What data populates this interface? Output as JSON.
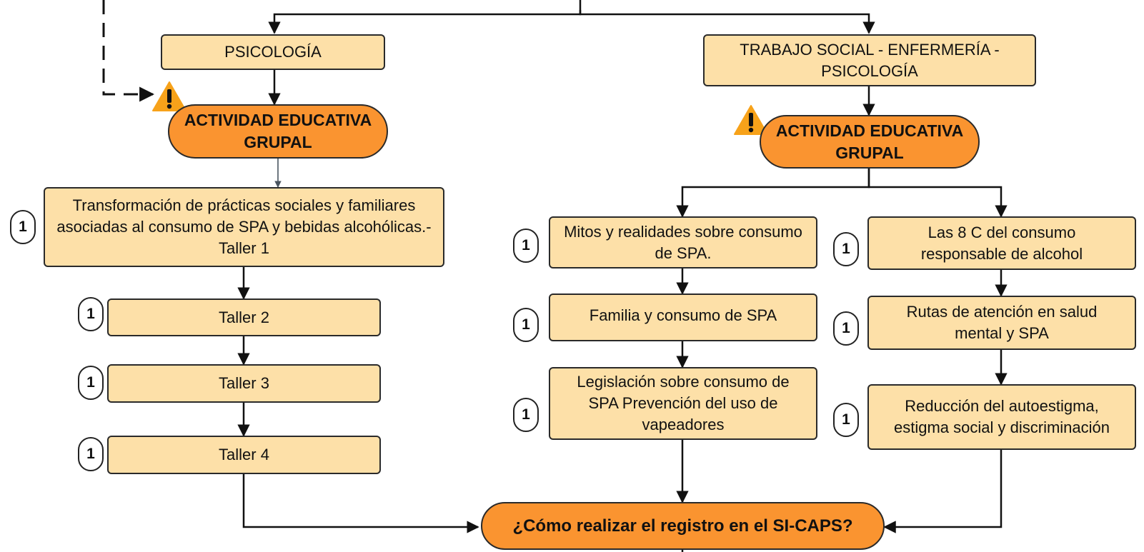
{
  "colors": {
    "box_fill": "#fde0a8",
    "pill_fill": "#fa9430",
    "warning": "#f7a21a",
    "line": "#111111"
  },
  "left": {
    "discipline": "PSICOLOGÍA",
    "activity": "ACTIVIDAD EDUCATIVA GRUPAL",
    "steps": [
      "Transformación de prácticas sociales y familiares asociadas al consumo de SPA y bebidas alcohólicas.-Taller 1",
      "Taller 2",
      "Taller 3",
      "Taller 4"
    ]
  },
  "right": {
    "discipline": "TRABAJO SOCIAL - ENFERMERÍA - PSICOLOGÍA",
    "activity": "ACTIVIDAD EDUCATIVA GRUPAL",
    "col_a": [
      "Mitos y realidades sobre consumo de SPA.",
      "Familia y consumo de SPA",
      "Legislación sobre consumo de SPA Prevención del uso de vapeadores"
    ],
    "col_b": [
      "Las 8 C del consumo responsable de alcohol",
      "Rutas de atención en salud mental y SPA",
      "Reducción del autoestigma, estigma social y discriminación"
    ]
  },
  "badge_label": "1",
  "final_question": "¿Cómo realizar el registro en el SI-CAPS?",
  "icons": [
    "warning-icon"
  ]
}
